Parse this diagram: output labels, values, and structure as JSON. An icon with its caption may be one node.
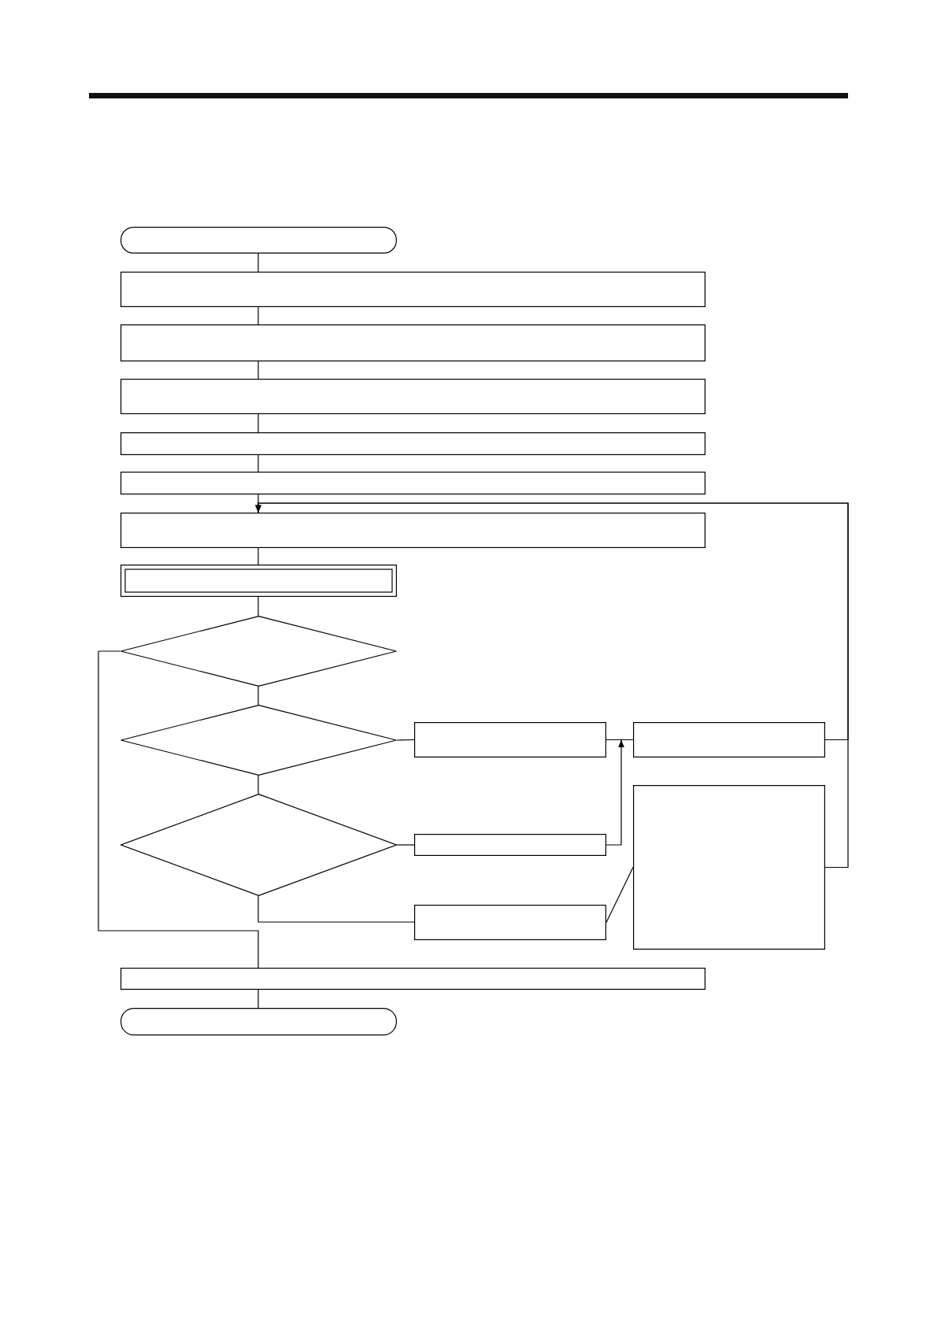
{
  "diagram": {
    "nodes": [
      {
        "text": [],
        "shape": "pill"
      },
      {
        "text": [],
        "shape": "box"
      },
      {
        "text": [],
        "shape": "box"
      },
      {
        "text": [],
        "shape": "box"
      },
      {
        "text": [],
        "shape": "box"
      },
      {
        "text": [],
        "shape": "box"
      },
      {
        "text": [],
        "shape": "box"
      },
      {
        "text": [],
        "shape": "double-box"
      },
      {
        "text": [],
        "shape": "diamond"
      },
      {
        "text": [],
        "shape": "diamond"
      },
      {
        "text": [],
        "shape": "diamond"
      },
      {
        "text": [],
        "shape": "box"
      },
      {
        "text": [],
        "shape": "box"
      },
      {
        "text": [],
        "shape": "box"
      },
      {
        "text": [],
        "shape": "box"
      },
      {
        "text": [],
        "shape": "box"
      },
      {
        "text": [],
        "shape": "box"
      },
      {
        "text": [],
        "shape": "pill"
      }
    ],
    "edges": [
      {
        "from": 0,
        "to": 1,
        "arrow": "none"
      },
      {
        "from": 1,
        "to": 2,
        "arrow": "none"
      },
      {
        "from": 2,
        "to": 3,
        "arrow": "none"
      },
      {
        "from": 3,
        "to": 4,
        "arrow": "none"
      },
      {
        "from": 4,
        "to": 5,
        "arrow": "none"
      },
      {
        "from": 5,
        "to": 6,
        "arrow": "none"
      },
      {
        "from": 6,
        "to": 7,
        "arrow": "none"
      },
      {
        "from": 7,
        "to": 8,
        "arrow": "none"
      },
      {
        "from": 8,
        "to": 9,
        "arrow": "none"
      },
      {
        "from": 9,
        "to": 10,
        "arrow": "none"
      },
      {
        "from": 8,
        "to": 16,
        "arrow": "none"
      },
      {
        "from": 9,
        "to": 11,
        "arrow": "none"
      },
      {
        "from": 11,
        "to": 12,
        "arrow": "none"
      },
      {
        "from": 10,
        "to": 13,
        "arrow": "none"
      },
      {
        "from": 13,
        "to": 12,
        "arrow": "to"
      },
      {
        "from": 10,
        "to": 14,
        "arrow": "none"
      },
      {
        "from": 14,
        "to": 15,
        "arrow": "none"
      },
      {
        "from": 12,
        "to": 6,
        "arrow": "to"
      },
      {
        "from": 15,
        "to": 6,
        "arrow": "to"
      },
      {
        "from": 16,
        "to": 17,
        "arrow": "none"
      }
    ]
  }
}
